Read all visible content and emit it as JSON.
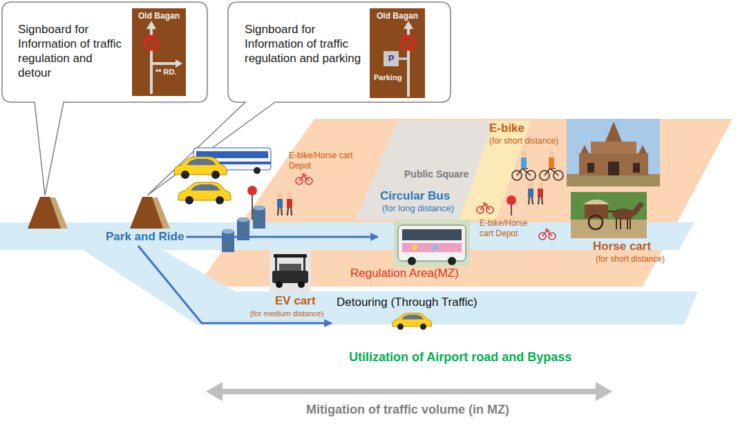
{
  "diagram": {
    "nodes": [
      {
        "text": [
          "Signboard for Information of traffic regulation and detour"
        ]
      },
      {
        "text": [
          "Old Bagan",
          "** RD."
        ],
        "in": 0
      },
      {
        "text": [
          "Signboard for Information of traffic regulation and parking"
        ]
      },
      {
        "text": [
          "Old Bagan",
          "P",
          "Parking"
        ],
        "in": 2
      },
      {
        "text": [
          "Park and Ride"
        ]
      },
      {
        "text": [
          "Regulation Area(MZ)"
        ]
      },
      {
        "text": [
          "Circular Bus",
          "(for long distance)"
        ],
        "in": 5
      },
      {
        "text": [
          "Detouring (Through Traffic)",
          "Utilization of Airport road and Bypass"
        ]
      }
    ],
    "edges": [
      {
        "from": 4,
        "to": 6,
        "arrow": "to"
      },
      {
        "from": 4,
        "to": 7,
        "arrow": "to"
      }
    ],
    "labels": [
      "E-bike/Horse cart Depot",
      "Public Square",
      "E-bike",
      "(for short distance)",
      "E-bike/Horse cart Depot",
      "Horse cart",
      "(for short distance)",
      "EV cart",
      "(for medium distance)",
      "Mitigation of traffic volume (in MZ)"
    ]
  }
}
